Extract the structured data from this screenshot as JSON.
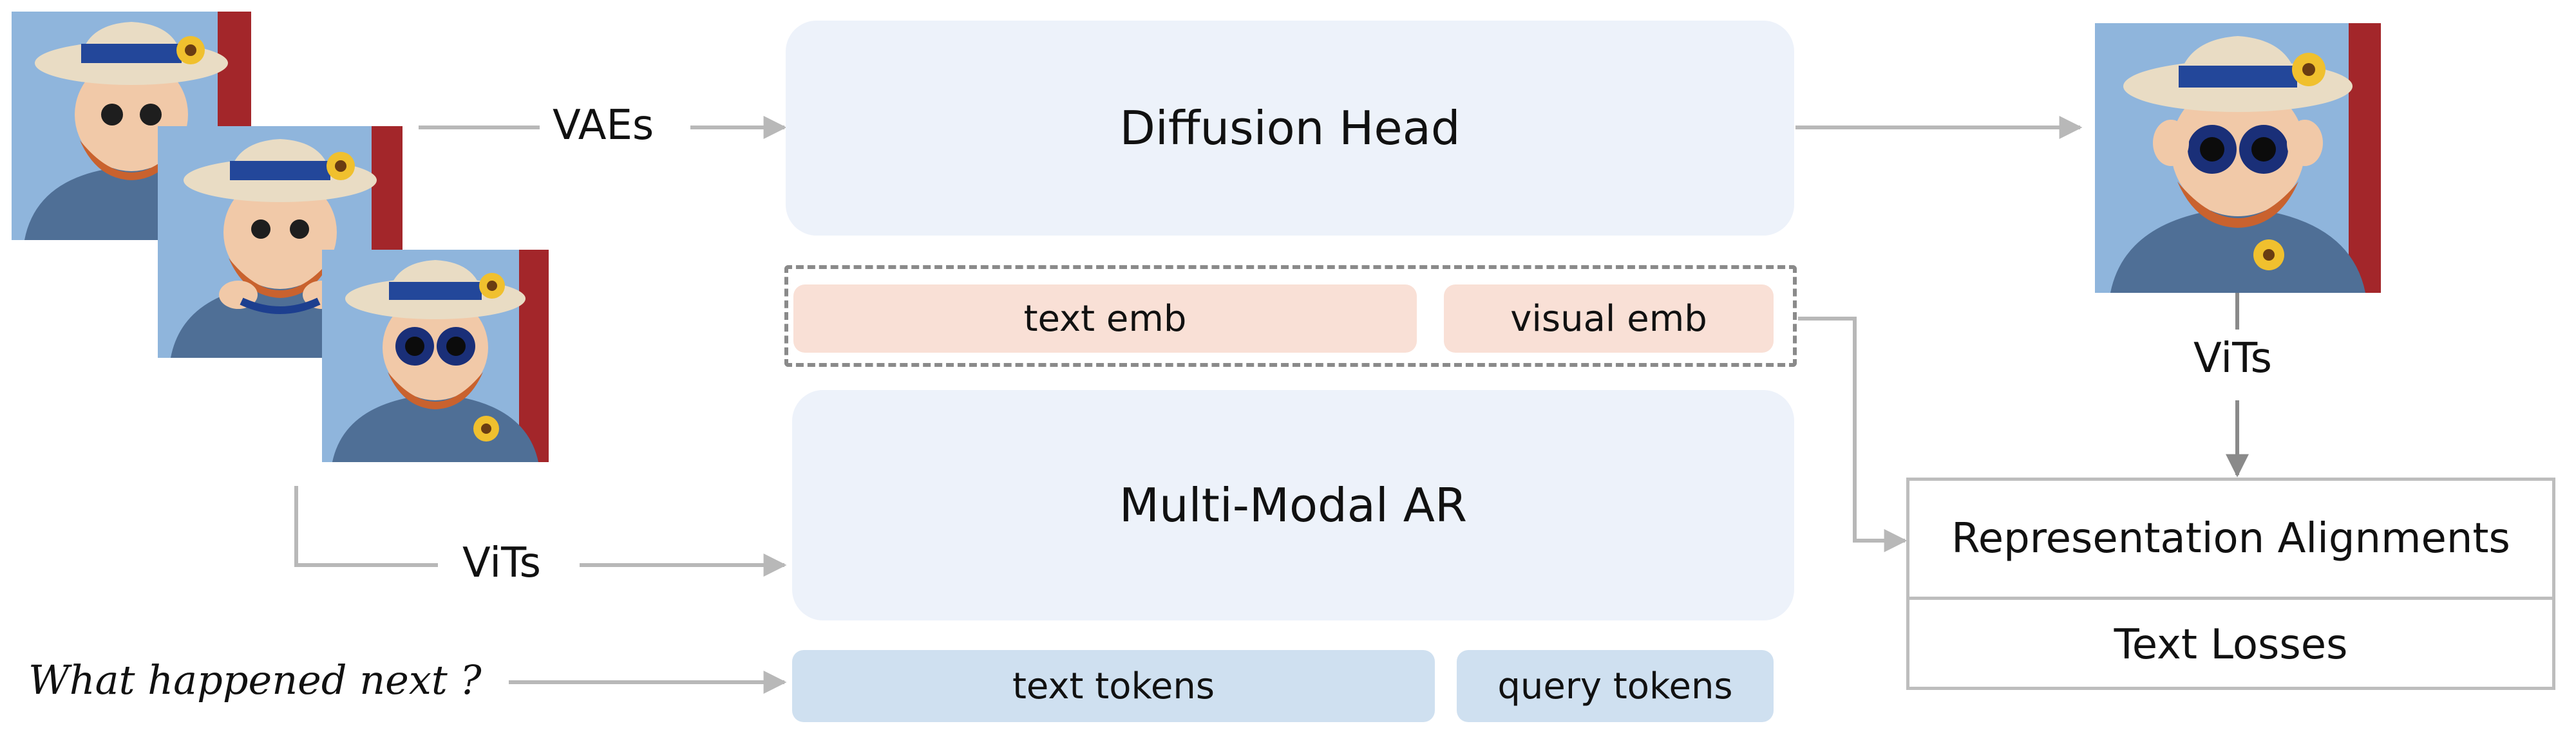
{
  "blocks": {
    "diffusion_head": "Diffusion Head",
    "multi_modal_ar": "Multi-Modal AR",
    "text_emb": "text emb",
    "visual_emb": "visual emb",
    "text_tokens": "text tokens",
    "query_tokens": "query tokens"
  },
  "labels": {
    "vaes": "VAEs",
    "vits_input": "ViTs",
    "vits_output": "ViTs",
    "prompt": "What happened next ?"
  },
  "losses": {
    "representation_alignments": "Representation Alignments",
    "text_losses": "Text Losses"
  },
  "icons": {
    "input_frames": "toy-figure-frames",
    "output_image": "toy-figure-output"
  },
  "colors": {
    "block_fill": "#edf2fa",
    "emb_fill": "#f9e0d6",
    "token_fill": "#cfe0f0",
    "arrow": "#b8b8b8",
    "dashed_border": "#8a8a8a"
  }
}
